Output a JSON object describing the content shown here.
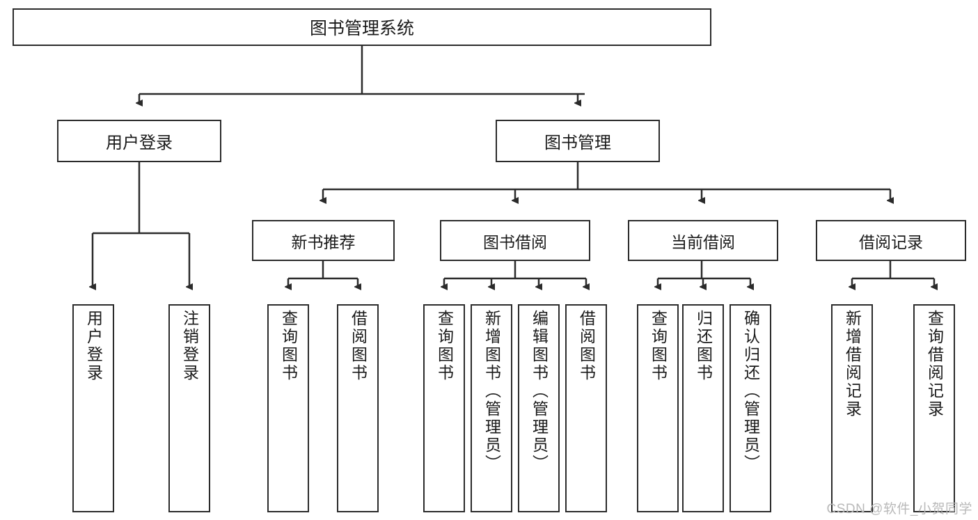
{
  "diagram": {
    "title": "图书管理系统",
    "type": "tree-hierarchy",
    "root": {
      "label": "图书管理系统"
    },
    "level1": [
      {
        "label": "用户登录"
      },
      {
        "label": "图书管理"
      }
    ],
    "level2": [
      {
        "label": "新书推荐",
        "parent": "图书管理"
      },
      {
        "label": "图书借阅",
        "parent": "图书管理"
      },
      {
        "label": "当前借阅",
        "parent": "图书管理"
      },
      {
        "label": "借阅记录",
        "parent": "图书管理"
      }
    ],
    "leaves": {
      "user_login": [
        {
          "label": "用户登录"
        },
        {
          "label": "注销登录"
        }
      ],
      "new_book_recommend": [
        {
          "label": "查询图书"
        },
        {
          "label": "借阅图书"
        }
      ],
      "book_borrow": [
        {
          "label": "查询图书"
        },
        {
          "label": "新增图书（管理员）"
        },
        {
          "label": "编辑图书（管理员）"
        },
        {
          "label": "借阅图书"
        }
      ],
      "current_borrow": [
        {
          "label": "查询图书"
        },
        {
          "label": "归还图书"
        },
        {
          "label": "确认归还（管理员）"
        }
      ],
      "borrow_record": [
        {
          "label": "新增借阅记录"
        },
        {
          "label": "查询借阅记录"
        }
      ]
    }
  },
  "watermark": {
    "text": "CSDN @软件_小贺同学"
  },
  "colors": {
    "stroke": "#2b2b2b",
    "background": "#ffffff",
    "text": "#1a1a1a",
    "watermark": "#b9b9b9"
  }
}
